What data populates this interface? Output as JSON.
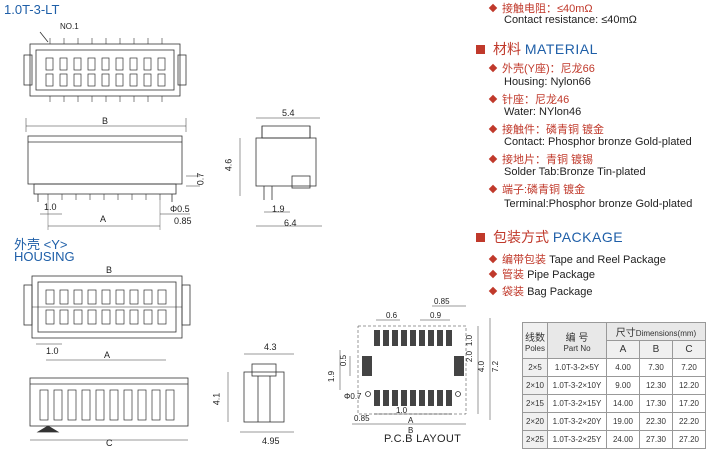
{
  "header": {
    "model": "1.0T-3-LT",
    "no1": "NO.1"
  },
  "top_view": {
    "dim_B": "B",
    "dim_A": "A",
    "dim_1_0": "1.0",
    "dim_0_5": "Φ0.5",
    "dim_0_85": "0.85",
    "dim_0_7": "0.7"
  },
  "side_view": {
    "dim_5_4": "5.4",
    "dim_4_6": "4.6",
    "dim_1_9": "1.9",
    "dim_6_4": "6.4"
  },
  "housing": {
    "title_cn": "外壳 <Y>",
    "title_en": "HOUSING",
    "dim_B": "B",
    "dim_1_0": "1.0",
    "dim_A": "A",
    "dim_C": "C",
    "dim_4_3": "4.3",
    "dim_4_1": "4.1",
    "dim_4_95": "4.95"
  },
  "pcb": {
    "caption": "P.C.B LAYOUT",
    "dim_0_85": "0.85",
    "dim_0_6": "0.6",
    "dim_0_9": "0.9",
    "dim_1_0_a": "1.0",
    "dim_2_0": "2.0",
    "dim_7_2": "7.2",
    "dim_4_0": "4.0",
    "dim_0_5": "0.5",
    "dim_1_9": "1.9",
    "dim_0_7": "Φ0.7",
    "dim_0_85_b": "0.85",
    "dim_1_0_b": "1.0",
    "dim_A": "A",
    "dim_B": "B"
  },
  "specs": {
    "contact_resistance_cn": "接触电阻：≤40mΩ",
    "contact_resistance_en": "Contact resistance: ≤40mΩ",
    "material_title_cn": "材料",
    "material_title_en": "MATERIAL",
    "housing_cn": "外壳(Y座)：尼龙66",
    "housing_en": "Housing: Nylon66",
    "water_cn": "针座：尼龙46",
    "water_en": "Water: NYlon46",
    "contact_cn": "接触件：磷青铜 镀金",
    "contact_en": "Contact:  Phosphor bronze Gold-plated",
    "solder_cn": "接地片：青铜 镀锡",
    "solder_en": "Solder Tab:Bronze Tin-plated",
    "terminal_cn": "端子:磷青铜 镀金",
    "terminal_en": "Terminal:Phosphor bronze Gold-plated",
    "package_title_cn": "包装方式",
    "package_title_en": "PACKAGE",
    "pkg1_cn": "编带包装",
    "pkg1_en": "Tape and Reel Package",
    "pkg2_cn": "管装",
    "pkg2_en": "Pipe Package",
    "pkg3_cn": "袋装",
    "pkg3_en": "Bag Package"
  },
  "dim_table": {
    "h_poles_cn": "线数",
    "h_poles_en": "Poles",
    "h_part_cn": "编 号",
    "h_part_en": "Part No",
    "h_dims_cn": "尺寸",
    "h_dims_en": "Dimensions(mm)",
    "h_a": "A",
    "h_b": "B",
    "h_c": "C",
    "rows": [
      {
        "poles": "2×5",
        "part": "1.0T-3-2×5Y",
        "a": "4.00",
        "b": "7.30",
        "c": "7.20"
      },
      {
        "poles": "2×10",
        "part": "1.0T-3-2×10Y",
        "a": "9.00",
        "b": "12.30",
        "c": "12.20"
      },
      {
        "poles": "2×15",
        "part": "1.0T-3-2×15Y",
        "a": "14.00",
        "b": "17.30",
        "c": "17.20"
      },
      {
        "poles": "2×20",
        "part": "1.0T-3-2×20Y",
        "a": "19.00",
        "b": "22.30",
        "c": "22.20"
      },
      {
        "poles": "2×25",
        "part": "1.0T-3-2×25Y",
        "a": "24.00",
        "b": "27.30",
        "c": "27.20"
      }
    ]
  }
}
